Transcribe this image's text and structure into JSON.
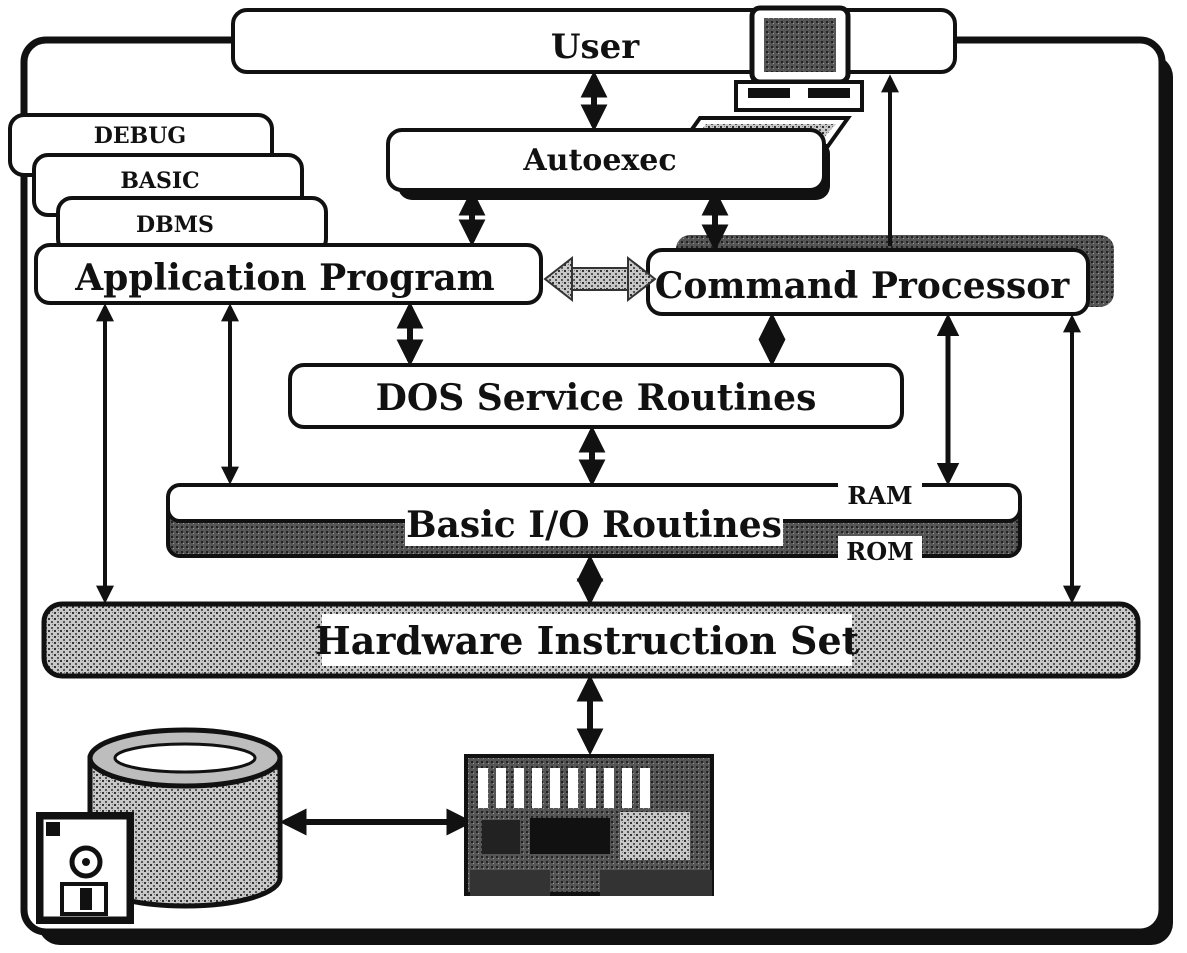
{
  "labels": {
    "user": "User",
    "autoexec": "Autoexec",
    "debug": "DEBUG",
    "basic": "BASIC",
    "dbms": "DBMS",
    "application_program": "Application Program",
    "command_processor": "Command Processor",
    "dos_service_routines": "DOS Service Routines",
    "basic_io_routines": "Basic I/O Routines",
    "ram": "RAM",
    "rom": "ROM",
    "hardware_instruction_set": "Hardware Instruction Set"
  },
  "colors": {
    "ink": "#111111",
    "paper": "#ffffff",
    "stipple": "#8a8a8a"
  },
  "icons": [
    "computer-terminal-icon",
    "disk-drive-icon",
    "floppy-disk-icon",
    "circuit-board-icon"
  ]
}
